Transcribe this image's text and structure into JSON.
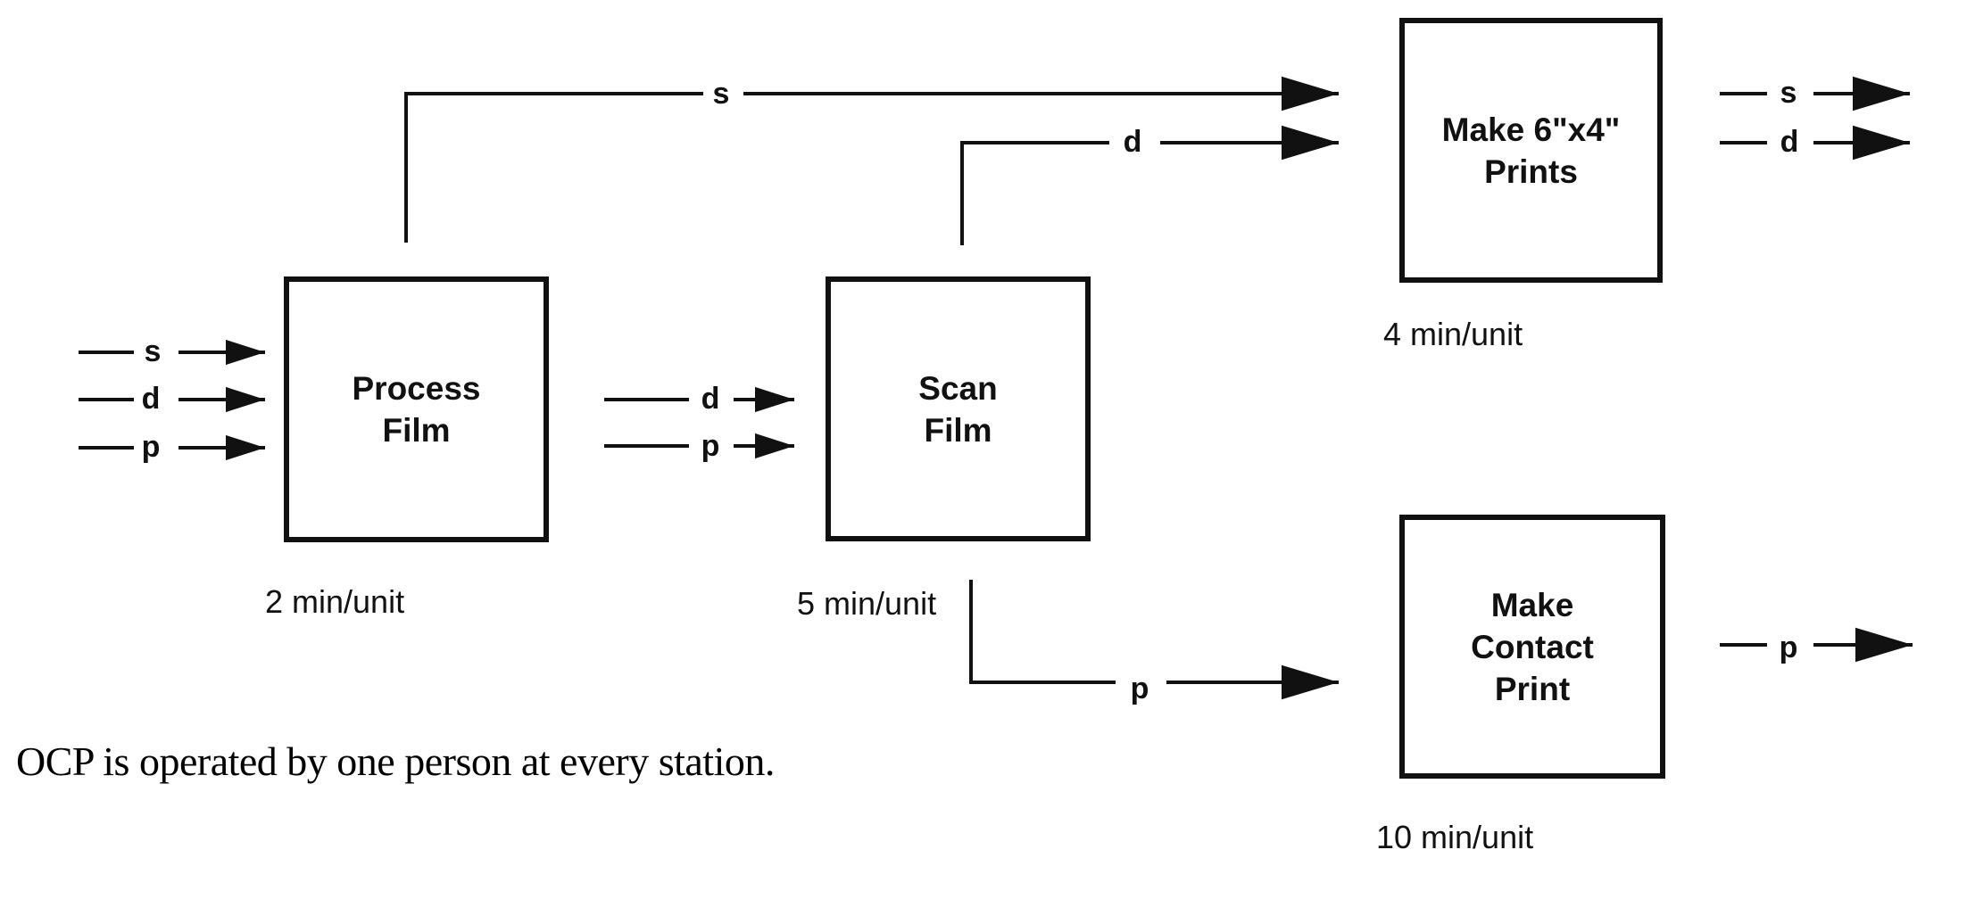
{
  "diagram": {
    "stations": [
      {
        "name": "process-film",
        "lines": [
          "Process",
          "Film"
        ],
        "rate": "2 min/unit"
      },
      {
        "name": "scan-film",
        "lines": [
          "Scan",
          "Film"
        ],
        "rate": "5 min/unit"
      },
      {
        "name": "make-6x4-prints",
        "lines": [
          "Make 6\"x4\"",
          "Prints"
        ],
        "rate": "4 min/unit"
      },
      {
        "name": "make-contact-print",
        "lines": [
          "Make",
          "Contact",
          "Print"
        ],
        "rate": "10 min/unit"
      }
    ],
    "flows": {
      "inputs": [
        "s",
        "d",
        "p"
      ],
      "process_to_scan": [
        "d",
        "p"
      ],
      "process_to_prints": "s",
      "scan_to_prints": "d",
      "scan_to_contact": "p",
      "prints_outputs": [
        "s",
        "d"
      ],
      "contact_output": "p"
    }
  },
  "caption": "OCP is operated by one person at every station.",
  "colors": {
    "ink": "#111111",
    "background": "#ffffff"
  }
}
